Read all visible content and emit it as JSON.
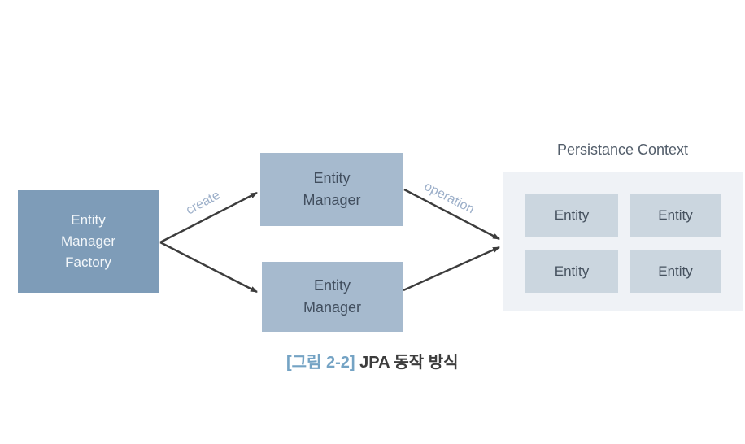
{
  "diagram": {
    "factory": {
      "line1": "Entity",
      "line2": "Manager",
      "line3": "Factory"
    },
    "entity_manager_top": {
      "line1": "Entity",
      "line2": "Manager"
    },
    "entity_manager_bottom": {
      "line1": "Entity",
      "line2": "Manager"
    },
    "persistence_context": {
      "title": "Persistance Context",
      "entities": [
        "Entity",
        "Entity",
        "Entity",
        "Entity"
      ]
    },
    "arrow_labels": {
      "create": "create",
      "operation": "operation"
    },
    "caption": {
      "tag": "[그림 2-2]",
      "text": " JPA 동작 방식"
    },
    "colors": {
      "factory_bg": "#7E9CB8",
      "factory_text": "#F3F7FA",
      "manager_bg": "#A6BACE",
      "manager_text": "#414E5E",
      "entity_bg": "#CBD6DF",
      "context_bg": "#EFF2F6",
      "context_title": "#525D6A",
      "arrow": "#3C3C3C",
      "arrow_label": "#9CAFC9",
      "caption_tag": "#74A3C4",
      "caption_text": "#3C3C3C"
    }
  }
}
